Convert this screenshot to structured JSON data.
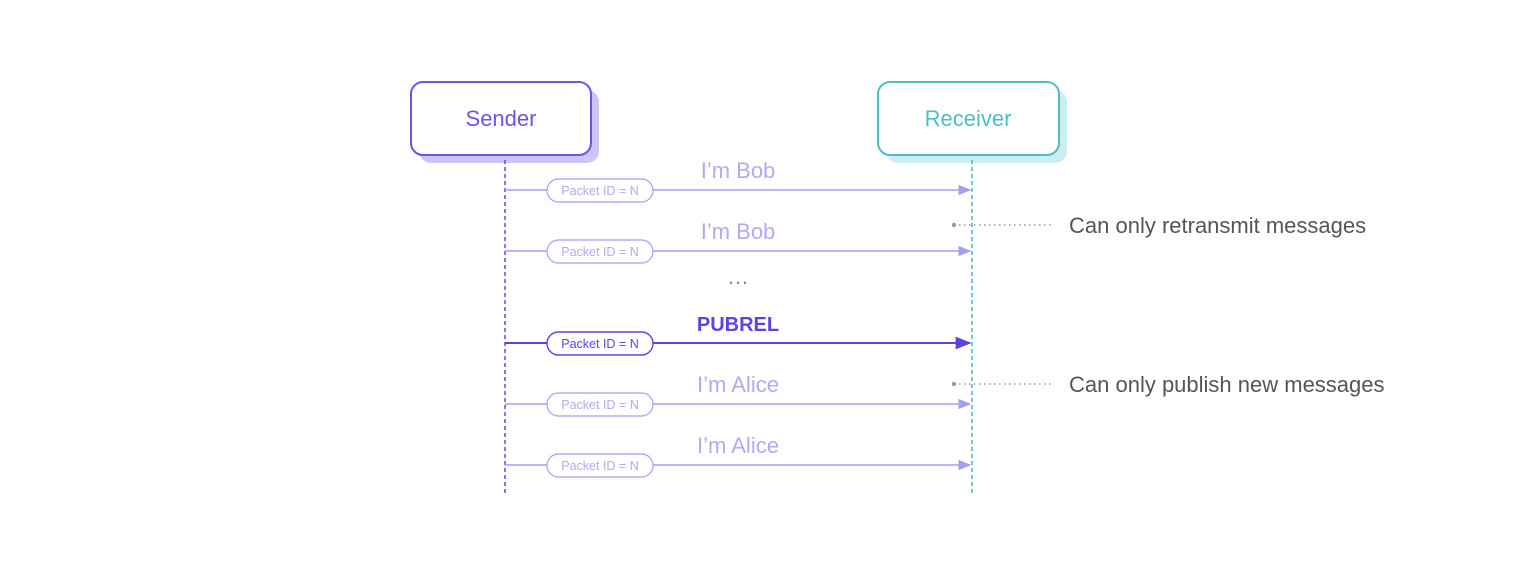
{
  "colors": {
    "sender": "#6b55e6",
    "sender_shadow": "#cdc5f7",
    "receiver": "#4cbec6",
    "receiver_shadow": "#cdeef0",
    "faded": "#a79df0",
    "faded_text": "#b3aaf2",
    "bold": "#5a44e2",
    "note_text": "#555555",
    "note_dots": "#999999"
  },
  "sender": {
    "label": "Sender"
  },
  "receiver": {
    "label": "Receiver"
  },
  "messages": [
    {
      "label": "I’m Bob",
      "packet": "Packet ID = N",
      "style": "faded"
    },
    {
      "label": "I’m Bob",
      "packet": "Packet ID = N",
      "style": "faded"
    },
    {
      "label": "…",
      "packet": "",
      "style": "ellipsis"
    },
    {
      "label": "PUBREL",
      "packet": "Packet ID = N",
      "style": "bold"
    },
    {
      "label": "I’m Alice",
      "packet": "Packet ID = N",
      "style": "faded"
    },
    {
      "label": "I’m Alice",
      "packet": "Packet ID = N",
      "style": "faded"
    }
  ],
  "notes": [
    {
      "text": "Can only retransmit messages"
    },
    {
      "text": "Can only publish new messages"
    }
  ]
}
